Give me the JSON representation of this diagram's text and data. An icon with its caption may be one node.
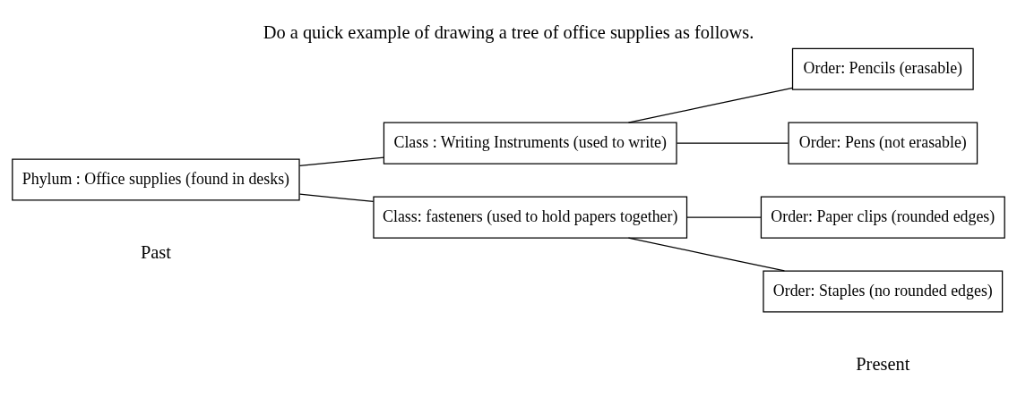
{
  "diagram": {
    "title": "Do a quick example of drawing a tree of office supplies as follows.",
    "nodes": [
      {
        "text": [
          "Phylum : Office supplies (found in desks)"
        ]
      },
      {
        "text": [
          "Class : Writing Instruments (used to write)"
        ]
      },
      {
        "text": [
          "Class: fasteners (used to hold papers together)"
        ]
      },
      {
        "text": [
          "Order: Pencils (erasable)"
        ]
      },
      {
        "text": [
          "Order: Pens (not erasable)"
        ]
      },
      {
        "text": [
          "Order: Paper clips (rounded edges)"
        ]
      },
      {
        "text": [
          "Order: Staples (no rounded edges)"
        ]
      }
    ],
    "edges": [
      {
        "from": 0,
        "to": 1,
        "arrow": "none"
      },
      {
        "from": 0,
        "to": 2,
        "arrow": "none"
      },
      {
        "from": 1,
        "to": 3,
        "arrow": "none"
      },
      {
        "from": 1,
        "to": 4,
        "arrow": "none"
      },
      {
        "from": 2,
        "to": 5,
        "arrow": "none"
      },
      {
        "from": 2,
        "to": 6,
        "arrow": "none"
      }
    ],
    "labels": [
      "Past",
      "Present"
    ]
  }
}
